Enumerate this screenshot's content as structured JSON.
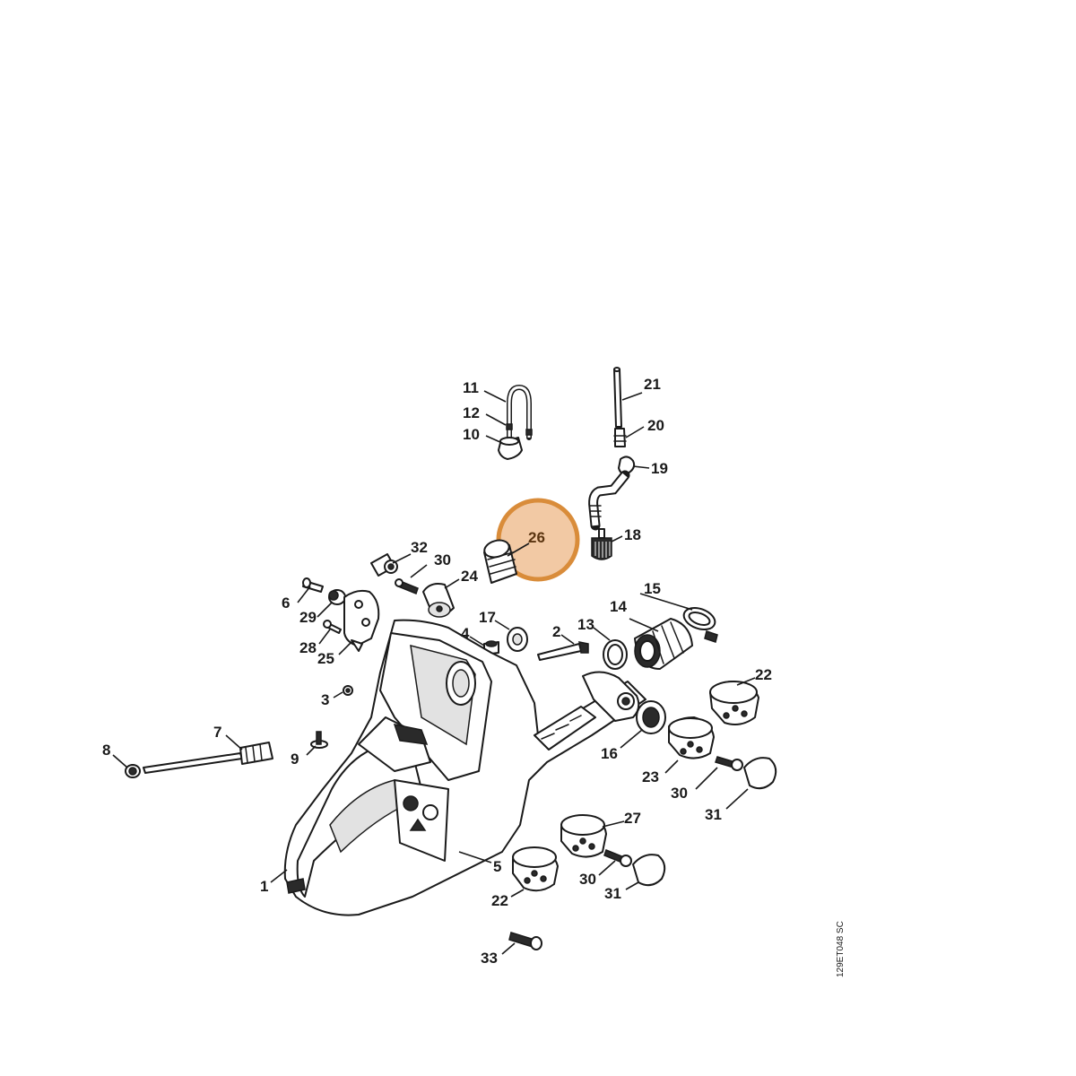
{
  "diagram": {
    "code": "129ET048 SC",
    "highlight_color": "#d98c3a",
    "highlight_fill": "#f2c9a4",
    "labels": {
      "l1": "1",
      "l2": "2",
      "l3": "3",
      "l4": "4",
      "l5": "5",
      "l6": "6",
      "l7": "7",
      "l8": "8",
      "l9": "9",
      "l10": "10",
      "l11": "11",
      "l12": "12",
      "l13": "13",
      "l14": "14",
      "l15": "15",
      "l16": "16",
      "l17": "17",
      "l18": "18",
      "l19": "19",
      "l20": "20",
      "l21": "21",
      "l22a": "22",
      "l22b": "22",
      "l23": "23",
      "l24": "24",
      "l25": "25",
      "l26": "26",
      "l27": "27",
      "l28": "28",
      "l29": "29",
      "l30a": "30",
      "l30b": "30",
      "l30c": "30",
      "l31a": "31",
      "l31b": "31",
      "l32": "32",
      "l33": "33"
    }
  }
}
